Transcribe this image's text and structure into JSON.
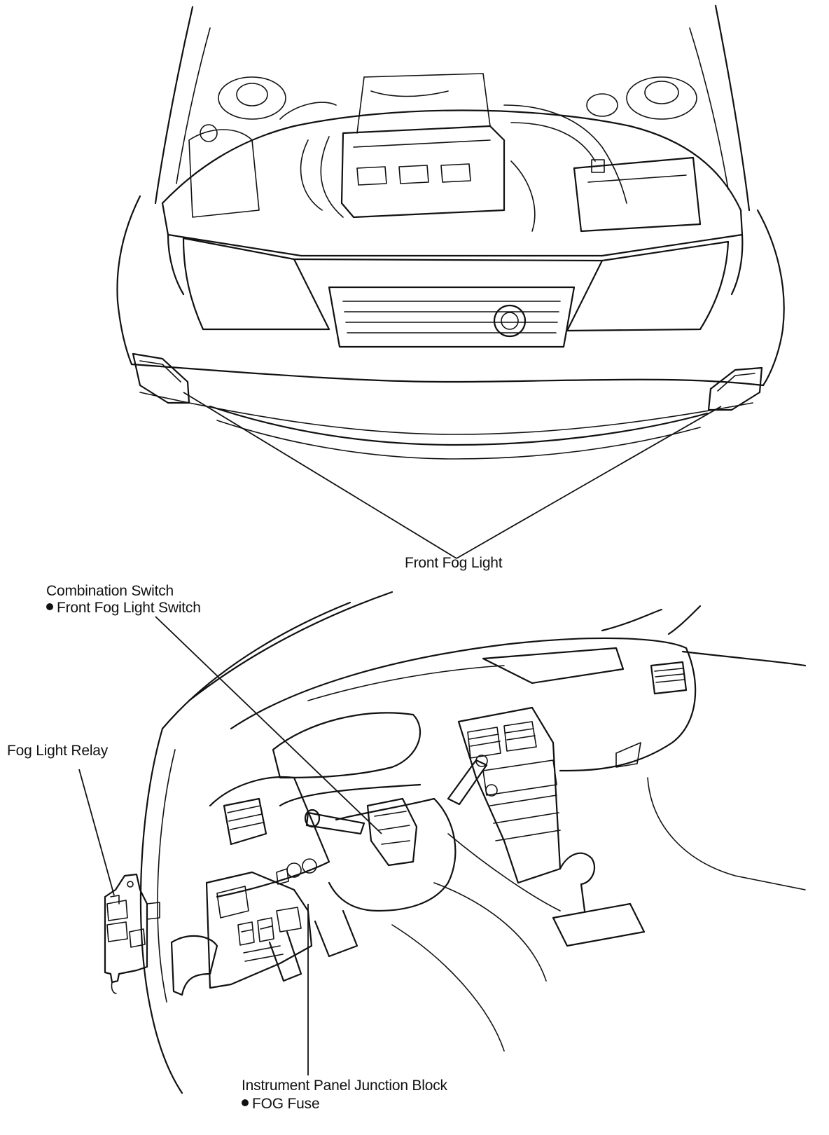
{
  "labels": {
    "front_fog_light": "Front Fog Light",
    "combination_switch": "Combination Switch",
    "combination_switch_sub": "Front Fog Light Switch",
    "fog_light_relay": "Fog Light Relay",
    "junction_block": "Instrument Panel Junction Block",
    "junction_block_sub": "FOG Fuse"
  }
}
